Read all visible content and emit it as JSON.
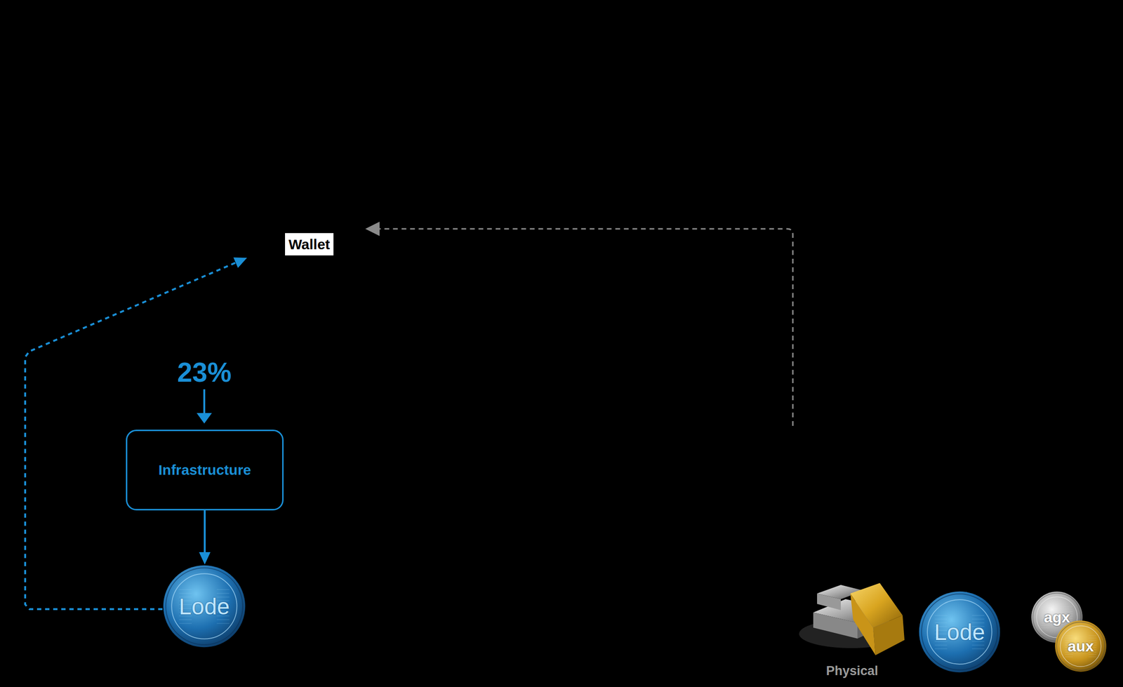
{
  "diagram": {
    "nodes": [
      {
        "text": [
          "Wallet"
        ]
      },
      {
        "text": [
          "Infrastructure"
        ]
      },
      {
        "text": [
          "Lode"
        ]
      },
      {
        "text": [
          "Lode"
        ]
      },
      {
        "text": [
          "agx"
        ]
      },
      {
        "text": [
          "aux"
        ]
      }
    ],
    "edges": [
      {
        "from": 1,
        "to": 2,
        "arrow": "to"
      },
      {
        "from": 2,
        "to": 0,
        "arrow": "to"
      }
    ],
    "labels": [
      "23%",
      "Physical"
    ]
  }
}
